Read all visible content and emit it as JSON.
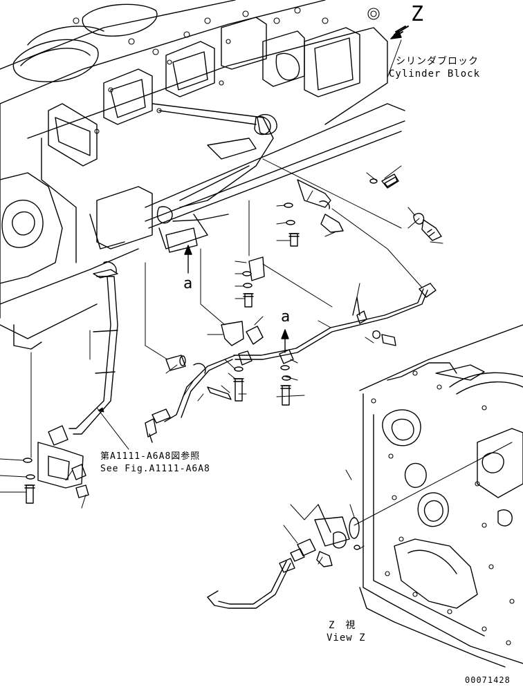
{
  "labels": {
    "view_letter": "Z",
    "cylinder_block_jp": "シリンダブロック",
    "cylinder_block_en": "Cylinder Block",
    "arrow_a_left": "a",
    "arrow_a_right": "a",
    "ref_jp": "第A1111-A6A8図参照",
    "ref_en": "See Fig.A1111-A6A8",
    "view_z_jp": "Z　視",
    "view_z_en": "View Z",
    "doc_number": "00071428"
  },
  "colors": {
    "line": "#000000",
    "background": "#ffffff"
  }
}
